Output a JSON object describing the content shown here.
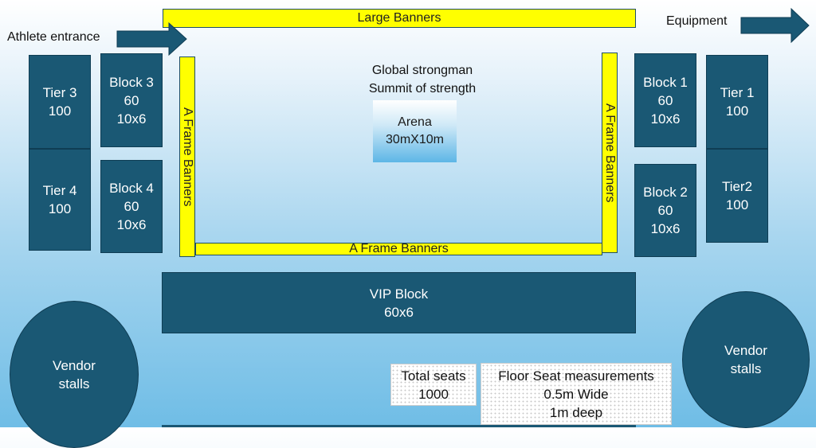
{
  "arrows": {
    "athlete_entrance": "Athlete entrance",
    "equipment": "Equipment"
  },
  "banners": {
    "large": "Large Banners",
    "a_frame_left": "A Frame Banners",
    "a_frame_right": "A Frame Banners",
    "a_frame_bottom": "A Frame Banners"
  },
  "title": {
    "line1": "Global strongman",
    "line2": "Summit of strength"
  },
  "arena": {
    "label": "Arena",
    "size": "30mX10m"
  },
  "tiers": {
    "tier3": {
      "name": "Tier 3",
      "seats": "100"
    },
    "tier4": {
      "name": "Tier 4",
      "seats": "100"
    },
    "tier1": {
      "name": "Tier 1",
      "seats": "100"
    },
    "tier2": {
      "name": "Tier2",
      "seats": "100"
    }
  },
  "blocks": {
    "block3": {
      "name": "Block 3",
      "seats": "60",
      "size": "10x6"
    },
    "block4": {
      "name": "Block 4",
      "seats": "60",
      "size": "10x6"
    },
    "block1": {
      "name": "Block 1",
      "seats": "60",
      "size": "10x6"
    },
    "block2": {
      "name": "Block 2",
      "seats": "60",
      "size": "10x6"
    }
  },
  "vip": {
    "name": "VIP Block",
    "size": "60x6"
  },
  "vendors": {
    "left": {
      "line1": "Vendor",
      "line2": "stalls"
    },
    "right": {
      "line1": "Vendor",
      "line2": "stalls"
    }
  },
  "total_seats": {
    "label": "Total seats",
    "value": "1000"
  },
  "floor_seat": {
    "title": "Floor Seat measurements",
    "width": "0.5m Wide",
    "depth": "1m deep"
  },
  "colors": {
    "block_fill": "#1a5874",
    "banner_fill": "#ffff00",
    "background_top": "#ffffff",
    "background_bottom": "#6fbde6"
  }
}
